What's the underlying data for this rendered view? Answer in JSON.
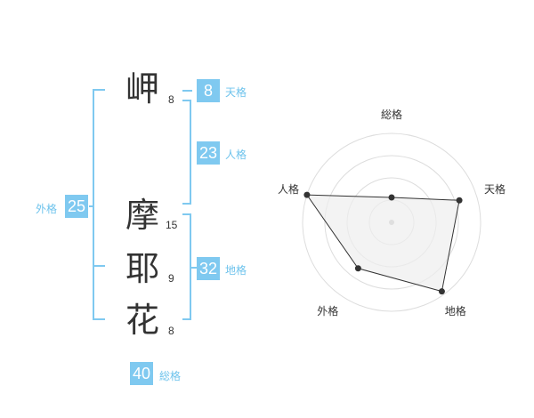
{
  "name_chars": [
    {
      "char": "岬",
      "strokes": "8"
    },
    {
      "char": "摩",
      "strokes": "15"
    },
    {
      "char": "耶",
      "strokes": "9"
    },
    {
      "char": "花",
      "strokes": "8"
    }
  ],
  "kakusu": {
    "tenkaku": {
      "label": "天格",
      "value": "8"
    },
    "jinkaku": {
      "label": "人格",
      "value": "23"
    },
    "chikaku": {
      "label": "地格",
      "value": "32"
    },
    "gaikaku": {
      "label": "外格",
      "value": "25"
    },
    "soukaku": {
      "label": "総格",
      "value": "40"
    }
  },
  "chart_data": {
    "type": "radar",
    "axes": [
      "総格",
      "天格",
      "地格",
      "外格",
      "人格"
    ],
    "values": [
      1.4,
      4,
      4.8,
      3.2,
      5
    ],
    "range": [
      0,
      5
    ],
    "rings": 4,
    "grid": true,
    "fill_color": "#eeeeee",
    "line_color": "#333333",
    "ring_color": "#dddddd"
  }
}
